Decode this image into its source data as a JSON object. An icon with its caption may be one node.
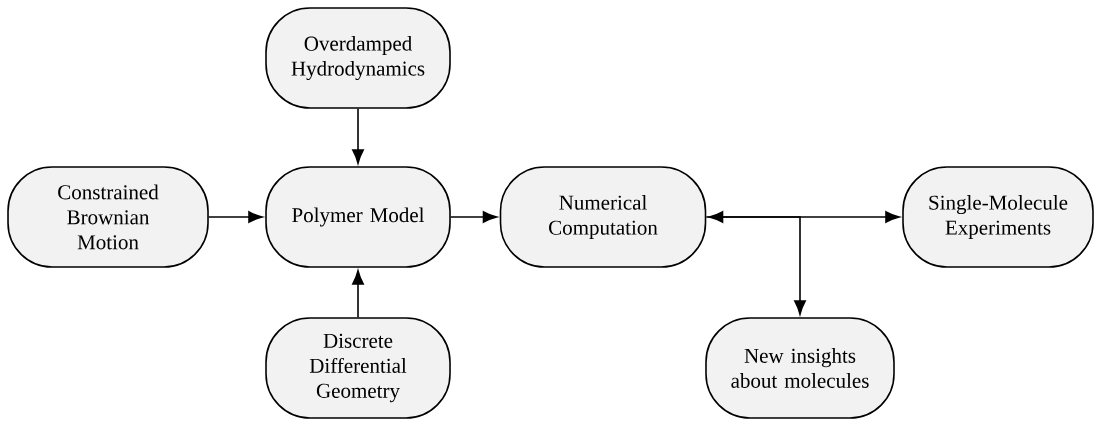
{
  "diagram": {
    "nodes": [
      {
        "text": [
          "Overdamped Hydrodynamics"
        ]
      },
      {
        "text": [
          "Constrained Brownian Motion"
        ]
      },
      {
        "text": [
          "Polymer Model"
        ]
      },
      {
        "text": [
          "Numerical Computation"
        ]
      },
      {
        "text": [
          "Discrete Differential Geometry"
        ]
      },
      {
        "text": [
          "Single-Molecule Experiments"
        ]
      },
      {
        "text": [
          "New insights about molecules"
        ]
      }
    ],
    "edges": [
      {
        "from": 0,
        "to": 2,
        "arrow": "to"
      },
      {
        "from": 1,
        "to": 2,
        "arrow": "to"
      },
      {
        "from": 4,
        "to": 2,
        "arrow": "to"
      },
      {
        "from": 2,
        "to": 3,
        "arrow": "to"
      },
      {
        "from": 3,
        "to": 5,
        "arrow": "both"
      },
      {
        "from": 3,
        "to": 6,
        "arrow": "to"
      }
    ]
  }
}
